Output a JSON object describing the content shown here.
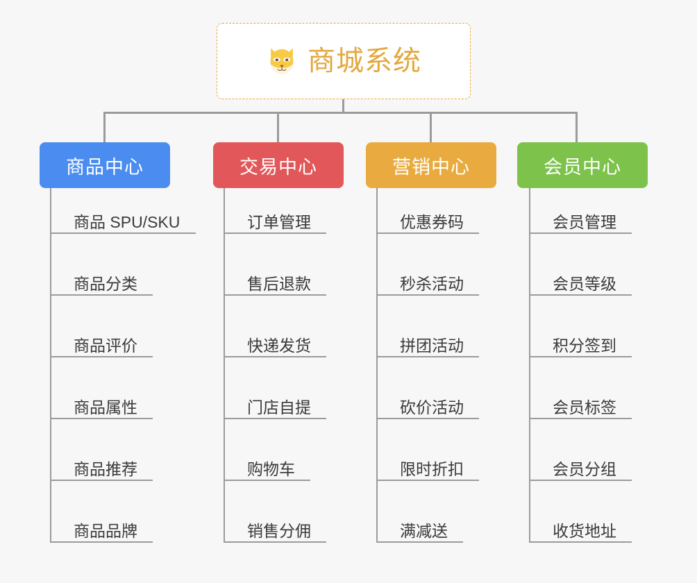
{
  "page": {
    "background_color": "#f7f7f7",
    "connector_color": "#9b9b9b",
    "leaf_text_color": "#3a3a3c"
  },
  "root": {
    "title": "商城系统",
    "icon": "dog-face-icon",
    "text_color": "#e3a83f",
    "border_color": "#e8a63c",
    "background_color": "#ffffff"
  },
  "categories": [
    {
      "label": "商品中心",
      "color": "#4a8cf0",
      "items": [
        "商品 SPU/SKU",
        "商品分类",
        "商品评价",
        "商品属性",
        "商品推荐",
        "商品品牌"
      ]
    },
    {
      "label": "交易中心",
      "color": "#e2585a",
      "items": [
        "订单管理",
        "售后退款",
        "快递发货",
        "门店自提",
        "购物车",
        "销售分佣"
      ]
    },
    {
      "label": "营销中心",
      "color": "#e9ab3f",
      "items": [
        "优惠券码",
        "秒杀活动",
        "拼团活动",
        "砍价活动",
        "限时折扣",
        "满减送"
      ]
    },
    {
      "label": "会员中心",
      "color": "#7cc24b",
      "items": [
        "会员管理",
        "会员等级",
        "积分签到",
        "会员标签",
        "会员分组",
        "收货地址"
      ]
    }
  ]
}
